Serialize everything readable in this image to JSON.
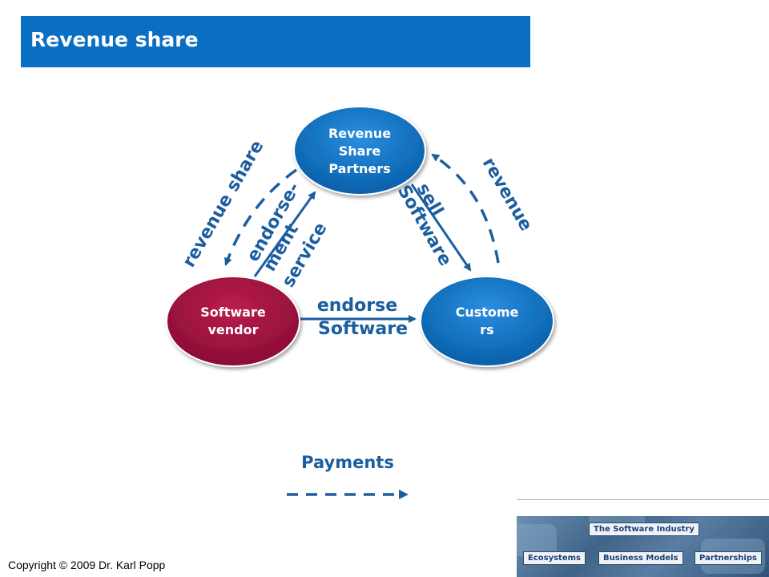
{
  "header": {
    "title": "Revenue share"
  },
  "nodes": {
    "partners": {
      "lines": [
        "Revenue",
        "Share",
        "Partners"
      ],
      "color": "#0a6fc2"
    },
    "vendor": {
      "lines": [
        "Software",
        "vendor"
      ],
      "color": "#a0123f"
    },
    "customers": {
      "lines": [
        "Custome",
        "rs"
      ],
      "color": "#0a6fc2"
    }
  },
  "edges": {
    "revenue_share": "revenue share",
    "endorsement": [
      "endorse-",
      "ment"
    ],
    "service": "service",
    "sell_software": [
      "sell",
      "Software"
    ],
    "revenue": "revenue",
    "endorse_software": [
      "endorse",
      "Software"
    ]
  },
  "legend": {
    "title": "Payments"
  },
  "footer": {
    "copyright": "Copyright © 2009 Dr. Karl Popp",
    "banner": {
      "top": "The Software Industry",
      "items": [
        "Ecosystems",
        "Business Models",
        "Partnerships"
      ]
    }
  },
  "colors": {
    "accent": "#0a6fc2",
    "arrow": "#1b5e9f",
    "vendor": "#a0123f"
  }
}
